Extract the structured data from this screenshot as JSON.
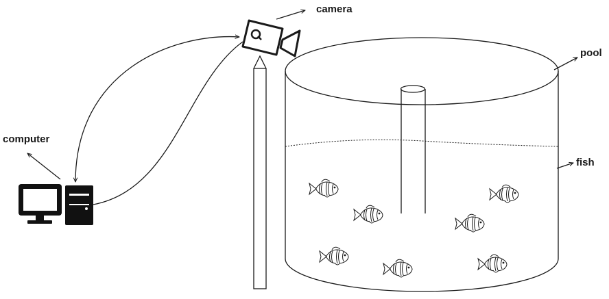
{
  "labels": {
    "camera": "camera",
    "pool": "pool",
    "fish": "fish",
    "computer": "computer"
  },
  "colors": {
    "ink": "#1a1a1a",
    "background": "#ffffff"
  }
}
